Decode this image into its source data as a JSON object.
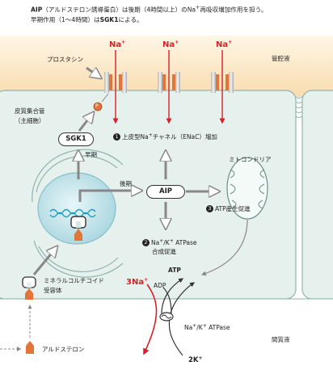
{
  "caption": {
    "line1_html": "<b>AIP</b>（アルドステロン誘導蛋白）は後期（4時間以上）のNa<sup>+</sup>再吸収増加作用を担う。",
    "line2_html": "早期作用（1〜4時間）は<b>SGK1</b>による。"
  },
  "labels": {
    "prostasin": "プロスタシン",
    "na_top": "Na+",
    "lumen": "管腔液",
    "cortical_duct": "皮質集合管",
    "principal_cell": "（主細胞）",
    "p": "P",
    "sgk1": "SGK1",
    "enac_num": "1",
    "enac_text": "上皮型Na+チャネル（ENaC）増加",
    "early": "早期",
    "late": "後期",
    "aip": "AIP",
    "mitochondria": "ミトコンドリア",
    "atp_num": "3",
    "atp_text": "ATP産生促進",
    "pump_num": "2",
    "pump_text1": "Na+/K+ ATPase",
    "pump_text2": "合成促進",
    "atp": "ATP",
    "adp": "ADP",
    "na3": "3Na+",
    "receptor1": "ミネラルコルチコイド",
    "receptor2": "受容体",
    "pump_label": "Na+/K+ ATPase",
    "interstitial": "間質液",
    "aldosterone": "アルドステロン",
    "k2": "2K+"
  },
  "colors": {
    "lumen_top": "#fbe3bc",
    "cell": "#e6f1ee",
    "nucleus": "#bfe0e6",
    "accent_red": "#d6202a",
    "channel_orange": "#e2753a"
  }
}
